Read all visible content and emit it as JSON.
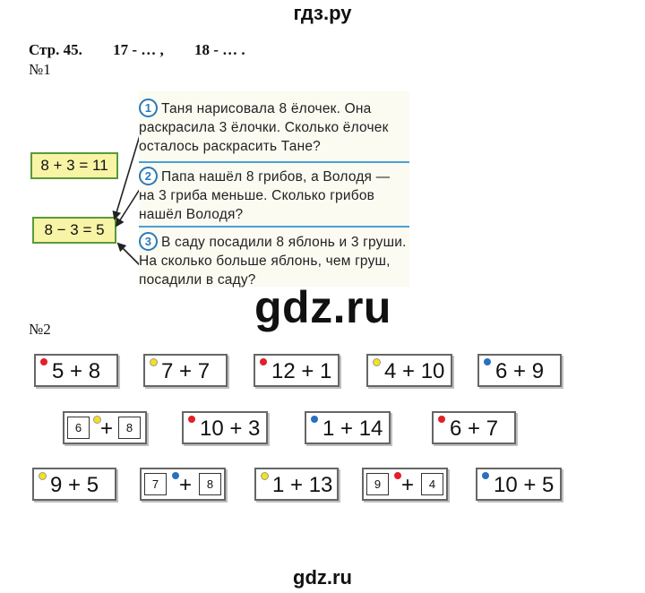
{
  "site_top": "гдз.ру",
  "header": {
    "page": "Стр. 45.",
    "ref1": "17 - … ,",
    "ref2": "18 - … ."
  },
  "section1": {
    "label": "№1"
  },
  "equations": [
    "8 + 3 = 11",
    "8 − 3 = 5"
  ],
  "tasks": [
    {
      "num": "1",
      "text": "Таня нарисовала 8 ёлочек. Она раскрасила 3 ёлочки. Сколько ёлочек осталось раскрасить Тане?"
    },
    {
      "num": "2",
      "text": "Папа нашёл 8 грибов, а Володя — на 3 гриба меньше. Сколько грибов нашёл Володя?"
    },
    {
      "num": "3",
      "text": "В саду посадили 8 яблонь и 3 груши. На сколько больше яблонь, чем груш, посадили в саду?"
    }
  ],
  "watermark": "gdz.ru",
  "section2": {
    "label": "№2"
  },
  "cards": [
    {
      "expr": "5 + 8",
      "dot": "red"
    },
    {
      "expr": "7 + 7",
      "dot": "yellow"
    },
    {
      "expr": "12 + 1",
      "dot": "red"
    },
    {
      "expr": "4 + 10",
      "dot": "yellow"
    },
    {
      "expr": "6 + 9",
      "dot": "blue"
    },
    {
      "a": "6",
      "b": "8",
      "dot": "yellow"
    },
    {
      "expr": "10 + 3",
      "dot": "red"
    },
    {
      "expr": "1 + 14",
      "dot": "blue"
    },
    {
      "expr": "6 + 7",
      "dot": "red"
    },
    {
      "expr": "9 + 5",
      "dot": "yellow"
    },
    {
      "a": "7",
      "b": "8",
      "dot": "blue"
    },
    {
      "expr": "1 + 13",
      "dot": "yellow"
    },
    {
      "a": "9",
      "b": "4",
      "dot": "red"
    },
    {
      "expr": "10 + 5",
      "dot": "blue"
    }
  ],
  "site_bottom": "gdz.ru"
}
